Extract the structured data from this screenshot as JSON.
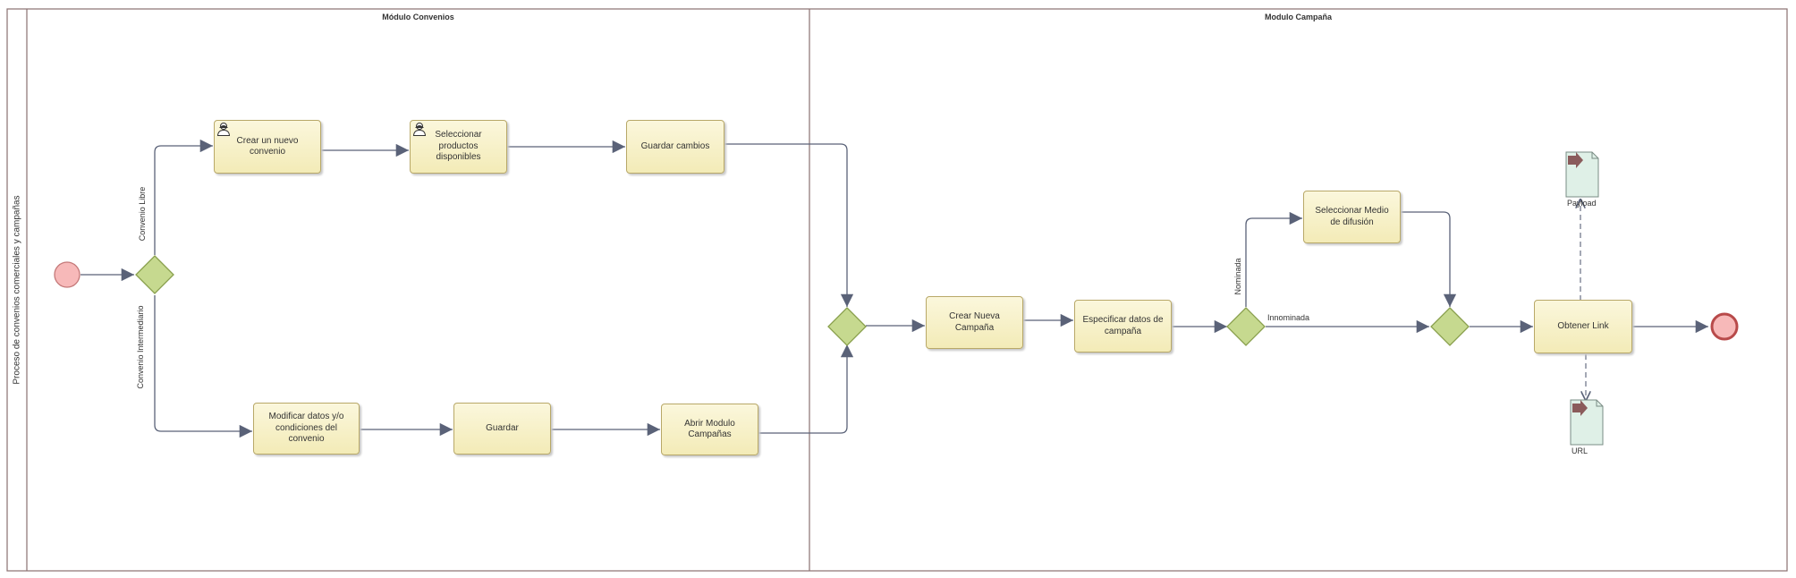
{
  "pool": {
    "title": "Proceso de convenios comerciales y campañas"
  },
  "lanes": [
    {
      "title": "Módulo Convenios"
    },
    {
      "title": "Modulo Campaña"
    }
  ],
  "tasks": {
    "crear_convenio": "Crear un nuevo convenio",
    "seleccionar_productos": "Seleccionar productos disponibles",
    "guardar_cambios": "Guardar cambios",
    "modificar_datos": "Modificar datos y/o condiciones del convenio",
    "guardar": "Guardar",
    "abrir_modulo": "Abrir Modulo Campañas",
    "crear_campana": "Crear Nueva Campaña",
    "especificar_datos": "Especificar datos de campaña",
    "seleccionar_medio": "Seleccionar Medio de difusión",
    "obtener_link": "Obtener Link"
  },
  "flow_labels": {
    "convenio_libre": "Convenio Libre",
    "convenio_intermediario": "Convenio Intermediario",
    "nominada": "Nominada",
    "innominada": "Innominada"
  },
  "artifacts": {
    "payload": "Payload",
    "url": "URL"
  },
  "colors": {
    "task_fill": "#f5eec0",
    "task_border": "#b8a868",
    "gateway_fill": "#c6d98f",
    "gateway_border": "#8aa04e",
    "start_fill": "#f7b9b9",
    "end_fill": "#f7b9b9",
    "line": "#55607a",
    "pool_border": "#7a6060"
  }
}
